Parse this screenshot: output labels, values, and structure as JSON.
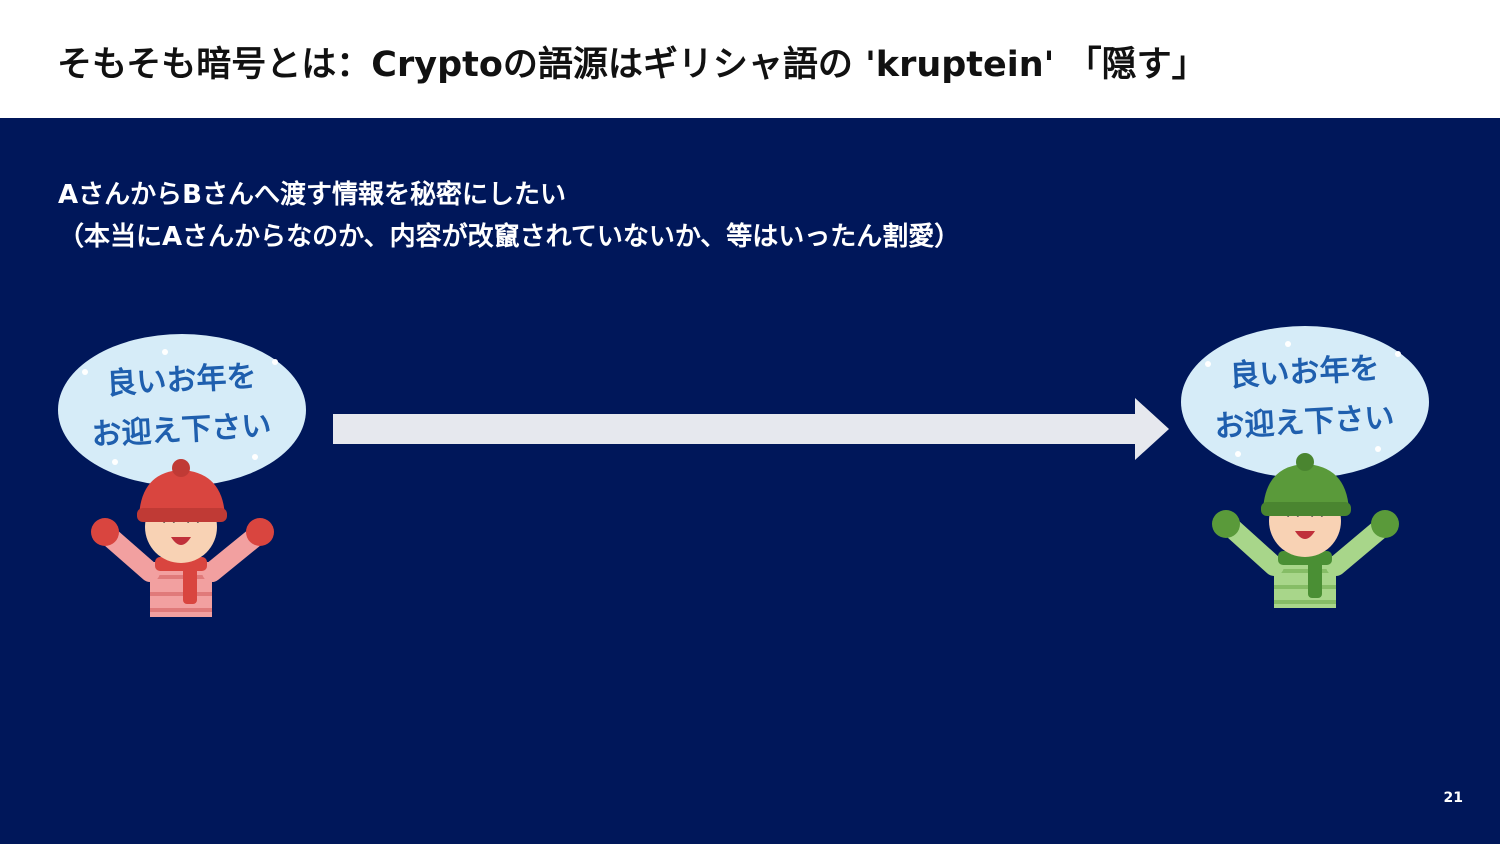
{
  "slide": {
    "title": "そもそも暗号とは：Cryptoの語源はギリシャ語の 'kruptein' 「隠す」",
    "description_line1": "AさんからBさんへ渡す情報を秘密にしたい",
    "description_line2": "（本当にAさんからなのか、内容が改竄されていないか、等はいったん割愛）",
    "page_number": "21"
  },
  "sender": {
    "bubble_line1": "良いお年を",
    "bubble_line2": "お迎え下さい",
    "hat_color": "#d9453f",
    "scarf_color": "#d9453f",
    "sweater_color": "#f2a0a0"
  },
  "receiver": {
    "bubble_line1": "良いお年を",
    "bubble_line2": "お迎え下さい",
    "hat_color": "#5a9a3a",
    "scarf_color": "#4a8f34",
    "sweater_color": "#a8d68a"
  },
  "colors": {
    "background": "#00175a",
    "header": "#ffffff",
    "arrow": "#e6e8ee",
    "bubble": "#d6ecf8",
    "bubble_text": "#1f5fae"
  }
}
